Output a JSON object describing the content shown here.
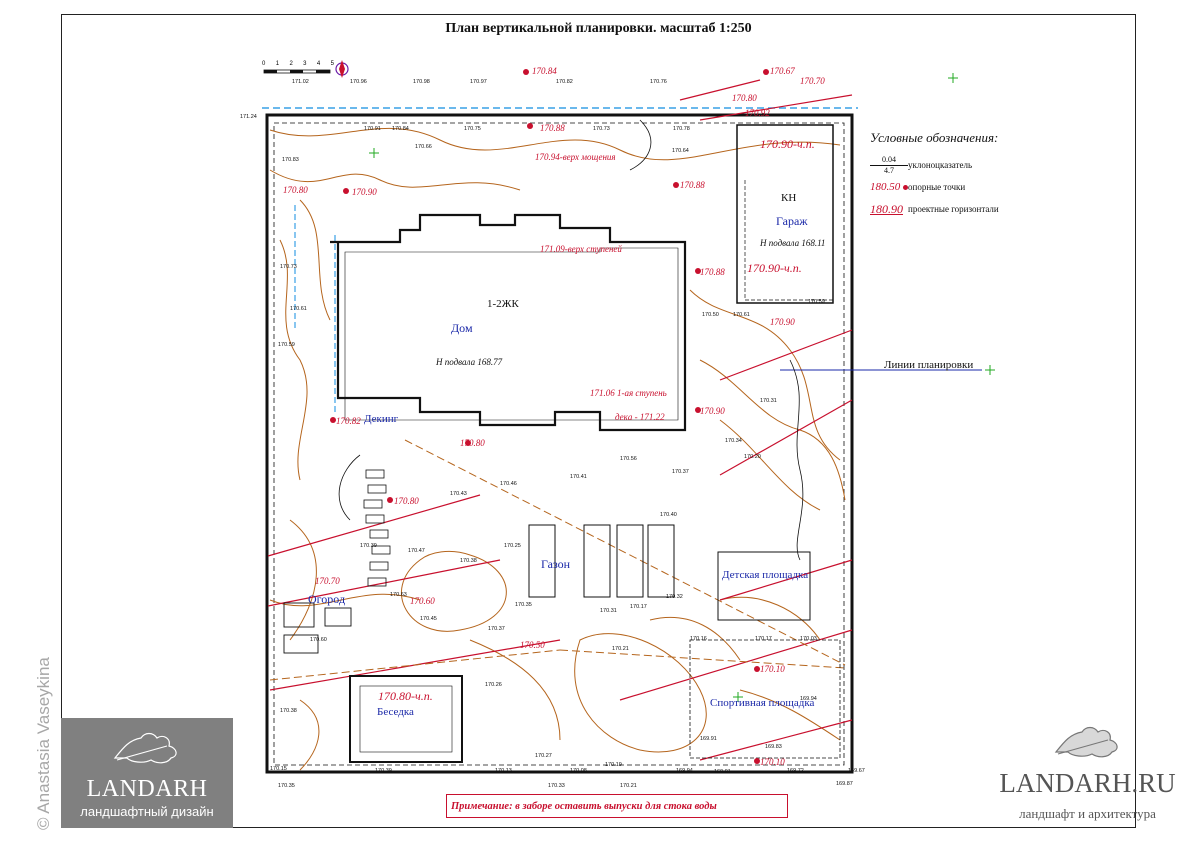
{
  "title": "План  вертикальной планировки. масштаб 1:250",
  "zones": {
    "house": "Дом",
    "house_code": "1-2ЖК",
    "garage": "Гараж",
    "garage_code": "КН",
    "decking": "Декинг",
    "lawn": "Газон",
    "garden": "Огород",
    "playground": "Детская площадка",
    "sport": "Спортивная площадка",
    "gazebo": "Беседка"
  },
  "marks": {
    "garage_level_1": "170.90-ч.п.",
    "garage_level_2": "170.90-ч.п.",
    "gazebo_level": "170.80-ч.п.",
    "house_ground": "Н подвала 168.77",
    "garage_ground": "Н подвала 168.11",
    "deck_top": "декa - 171.22",
    "steps_top": "171.06 1-ая ступень",
    "steps_top2": "171.09-верх ступеней",
    "paving": "170.94-верх мощения"
  },
  "legend": {
    "heading": "Условные обозначения:",
    "slope_top": "0.04",
    "slope_bottom": "4.7",
    "slope_label": "уклоноцказатель",
    "point_value": "180.50",
    "point_label": "опорные точки",
    "horizontal_value": "180.90",
    "horizontal_label": "проектные горизонтали"
  },
  "planning_lines_label": "Линии планировки",
  "note": "Примечание: в заборе оставить выпуски для стока воды",
  "scale_ticks": [
    "0",
    "1",
    "2",
    "3",
    "4",
    "5"
  ],
  "watermark_left": "© Anastasia Vaseykina",
  "brand_left": {
    "name": "LANDARH",
    "sub": "ландшафтный дизайн"
  },
  "brand_right": {
    "name": "LANDARH.RU",
    "sub": "ландшафт и архитектура"
  },
  "colors": {
    "contour": "#b5651d",
    "red": "#c8102e",
    "blue_text": "#1a28a8",
    "green": "#22aa22"
  }
}
